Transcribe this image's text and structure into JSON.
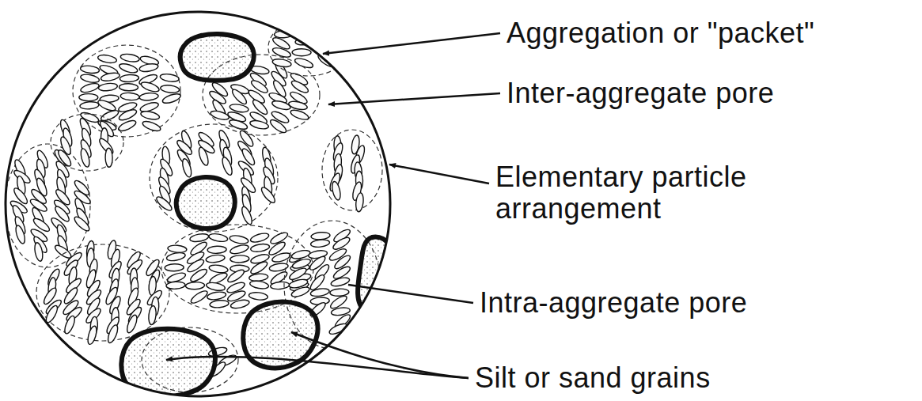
{
  "diagram": {
    "labels": [
      "Aggregation or \"packet\"",
      "Inter-aggregate pore",
      "Elementary particle arrangement",
      "Intra-aggregate pore",
      "Silt or sand grains"
    ]
  }
}
